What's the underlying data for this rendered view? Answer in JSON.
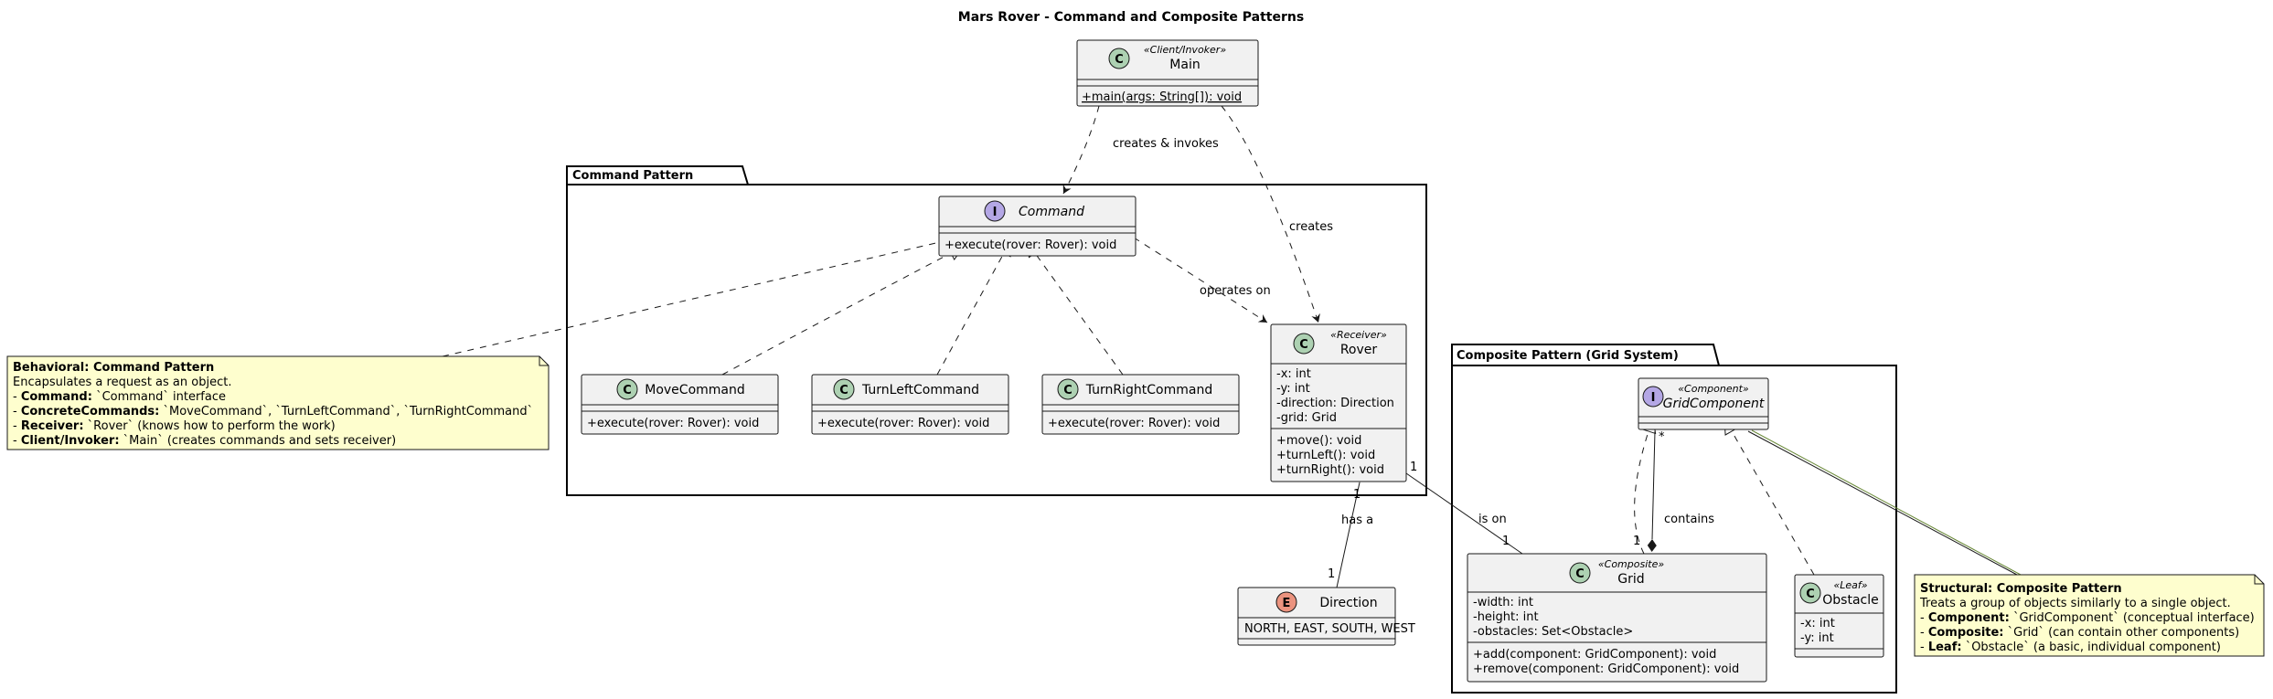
{
  "title": "Mars Rover - Command and Composite Patterns",
  "packages": {
    "command": "Command Pattern",
    "composite": "Composite Pattern (Grid System)"
  },
  "classes": {
    "main": {
      "stereotype": "«Client/Invoker»",
      "name": "Main",
      "kind": "C",
      "methods": [
        "+main(args: String[]): void"
      ]
    },
    "command": {
      "name": "Command",
      "kind": "I",
      "methods": [
        "+execute(rover: Rover): void"
      ]
    },
    "move": {
      "name": "MoveCommand",
      "kind": "C",
      "methods": [
        "+execute(rover: Rover): void"
      ]
    },
    "left": {
      "name": "TurnLeftCommand",
      "kind": "C",
      "methods": [
        "+execute(rover: Rover): void"
      ]
    },
    "right": {
      "name": "TurnRightCommand",
      "kind": "C",
      "methods": [
        "+execute(rover: Rover): void"
      ]
    },
    "rover": {
      "stereotype": "«Receiver»",
      "name": "Rover",
      "kind": "C",
      "fields": [
        "-x: int",
        "-y: int",
        "-direction: Direction",
        "-grid: Grid"
      ],
      "methods": [
        "+move(): void",
        "+turnLeft(): void",
        "+turnRight(): void"
      ]
    },
    "direction": {
      "name": "Direction",
      "kind": "E",
      "fields": [
        "NORTH, EAST, SOUTH, WEST"
      ]
    },
    "gridcomp": {
      "stereotype": "«Component»",
      "name": "GridComponent",
      "kind": "I"
    },
    "grid": {
      "stereotype": "«Composite»",
      "name": "Grid",
      "kind": "C",
      "fields": [
        "-width: int",
        "-height: int",
        "-obstacles: Set<Obstacle>"
      ],
      "methods": [
        "+add(component: GridComponent): void",
        "+remove(component: GridComponent): void"
      ]
    },
    "obstacle": {
      "stereotype": "«Leaf»",
      "name": "Obstacle",
      "kind": "C",
      "fields": [
        "-x: int",
        "-y: int"
      ]
    }
  },
  "relations": {
    "creates_invokes": "creates & invokes",
    "creates": "creates",
    "operates_on": "operates on",
    "has_a": "has a",
    "is_on": "is on",
    "contains": "contains",
    "mult_one": "1",
    "mult_many": "*"
  },
  "notes": {
    "behavioral": {
      "title": "Behavioral: Command Pattern",
      "lines": [
        {
          "text": "Encapsulates a request as an object."
        },
        {
          "bold": "Command:",
          "text": " `Command` interface"
        },
        {
          "bold": "ConcreteCommands:",
          "text": " `MoveCommand`, `TurnLeftCommand`, `TurnRightCommand`"
        },
        {
          "bold": "Receiver:",
          "text": " `Rover` (knows how to perform the work)"
        },
        {
          "bold": "Client/Invoker:",
          "text": " `Main` (creates commands and sets receiver)"
        }
      ]
    },
    "structural": {
      "title": "Structural: Composite Pattern",
      "lines": [
        {
          "text": "Treats a group of objects similarly to a single object."
        },
        {
          "bold": "Component:",
          "text": " `GridComponent` (conceptual interface)"
        },
        {
          "bold": "Composite:",
          "text": " `Grid` (can contain other components)"
        },
        {
          "bold": "Leaf:",
          "text": " `Obstacle` (a basic, individual component)"
        }
      ]
    }
  },
  "colors": {
    "class_fill": "#f1f1f1",
    "note_fill": "#fefece",
    "class_badge": "#add1b2",
    "interface_badge": "#b4a7e5",
    "enum_badge": "#eb937f",
    "border": "#181818"
  }
}
